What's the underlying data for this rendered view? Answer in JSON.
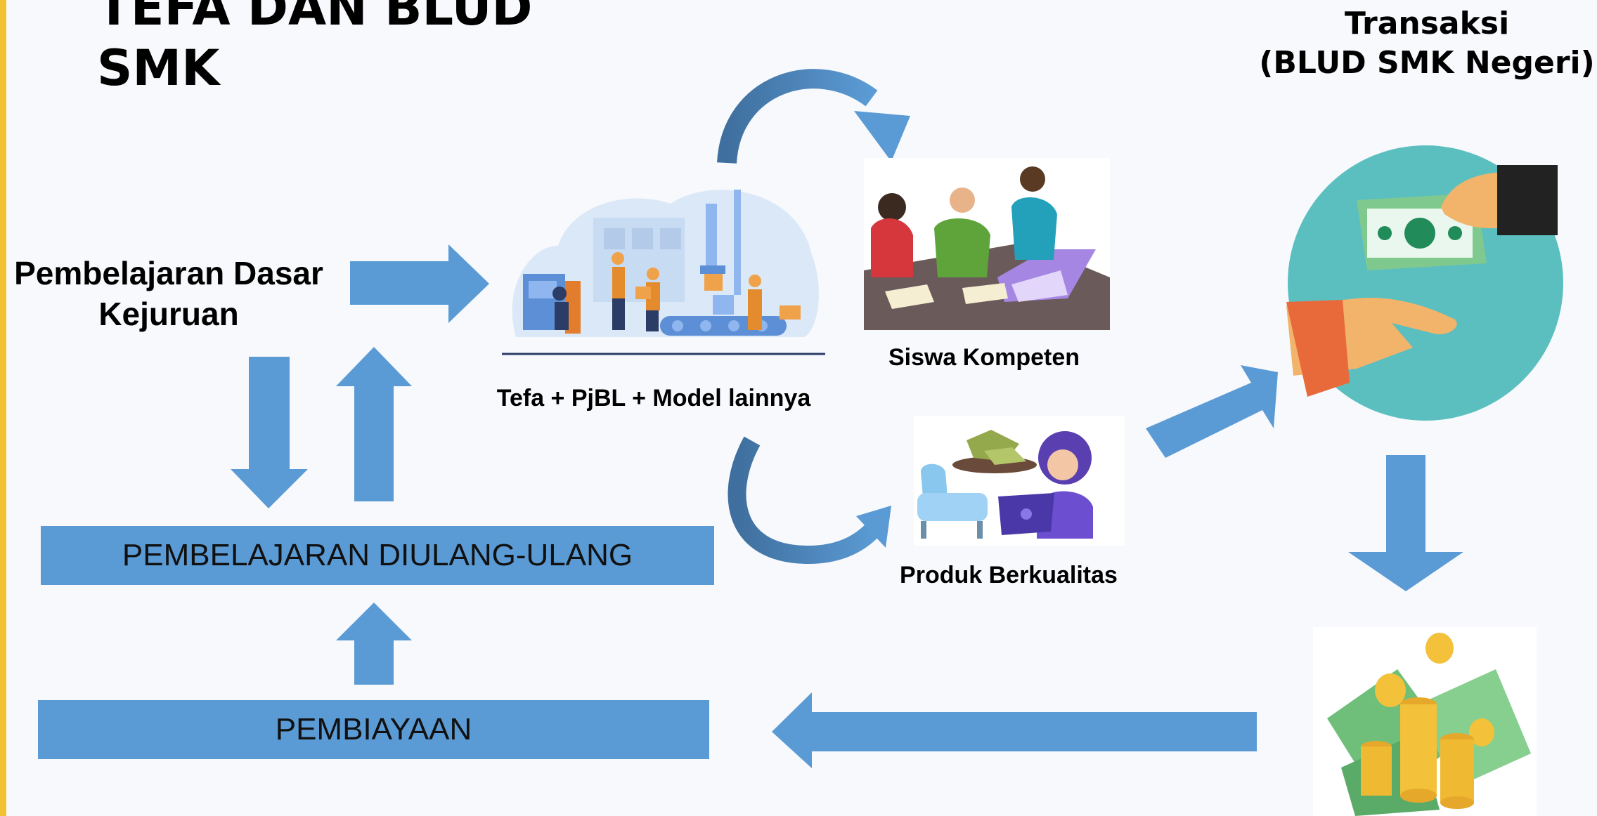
{
  "title": "TEFA DAN BLUD\nSMK",
  "transaksi": {
    "line1": "Transaksi",
    "line2": "(BLUD SMK Negeri)"
  },
  "labels": {
    "pembelajaran_dasar": "Pembelajaran Dasar\nKejuruan",
    "tefa": "Tefa + PjBL + Model lainnya",
    "siswa": "Siswa Kompeten",
    "produk": "Produk Berkualitas"
  },
  "boxes": {
    "diulang": "PEMBELAJARAN DIULANG-ULANG",
    "pembiayaan": "PEMBIAYAAN"
  },
  "colors": {
    "arrow": "#5b9bd5",
    "curve": "#4a7fb5",
    "accent": "#f2c230",
    "teal": "#5bbfbf"
  }
}
